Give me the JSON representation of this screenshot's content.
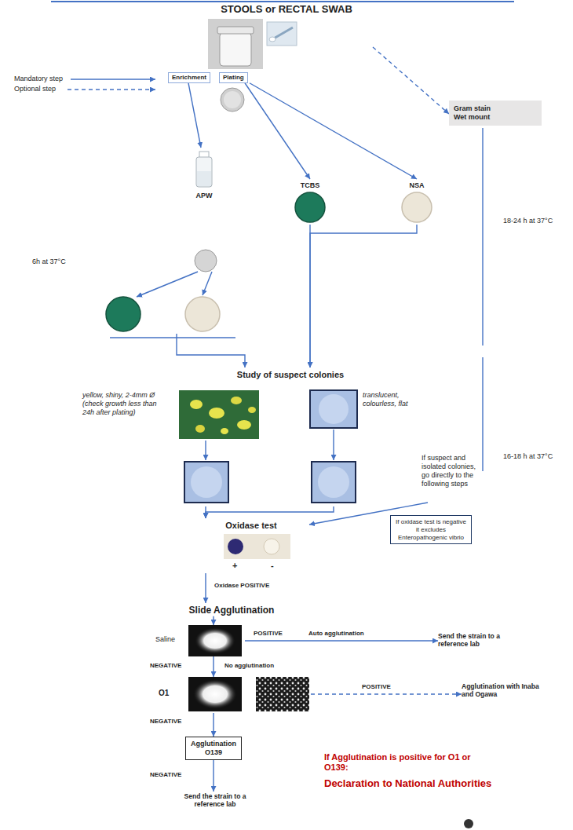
{
  "diagram": {
    "nodes": [
      {
        "text": [
          "STOOLS or RECTAL SWAB"
        ]
      },
      {
        "text": [
          "Enrichment"
        ]
      },
      {
        "text": [
          "Plating"
        ]
      },
      {
        "text": [
          "Gram stain Wet mount"
        ]
      },
      {
        "text": [
          "APW"
        ]
      },
      {
        "text": [
          "TCBS"
        ]
      },
      {
        "text": [
          "NSA"
        ]
      },
      {
        "text": [
          "Study of suspect colonies"
        ]
      },
      {
        "text": [
          "yellow, shiny, 2-4mm Ø (check growth less than 24h after plating)"
        ]
      },
      {
        "text": [
          "translucent, colourless, flat"
        ]
      },
      {
        "text": [
          "Oxidase test",
          "+",
          "-"
        ]
      },
      {
        "text": [
          "If oxidase test is negative it excludes Enteropathogenic vibrio"
        ]
      },
      {
        "text": [
          "Slide Agglutination"
        ]
      },
      {
        "text": [
          "Saline"
        ]
      },
      {
        "text": [
          "Send the strain to a reference lab"
        ]
      },
      {
        "text": [
          "O1"
        ]
      },
      {
        "text": [
          "Agglutination with Inaba and Ogawa"
        ]
      },
      {
        "text": [
          "Agglutination O139"
        ]
      },
      {
        "text": [
          "Send the strain to a reference lab"
        ]
      }
    ],
    "edges": [
      {
        "from": 0,
        "to": 3,
        "arrow": "to"
      },
      {
        "from": 1,
        "to": 4,
        "arrow": "to"
      },
      {
        "from": 2,
        "to": 5,
        "arrow": "to"
      },
      {
        "from": 2,
        "to": 6,
        "arrow": "to"
      },
      {
        "from": 4,
        "to": 7,
        "arrow": "to"
      },
      {
        "from": 5,
        "to": 7,
        "arrow": "to"
      },
      {
        "from": 6,
        "to": 7,
        "arrow": "to"
      },
      {
        "from": 8,
        "to": 10,
        "arrow": "to"
      },
      {
        "from": 9,
        "to": 10,
        "arrow": "to"
      },
      {
        "from": 10,
        "to": 12,
        "label": "Oxidase POSITIVE",
        "arrow": "to"
      },
      {
        "from": 12,
        "to": 13,
        "arrow": "to"
      },
      {
        "from": 13,
        "to": 14,
        "label": "POSITIVE",
        "arrow": "to"
      },
      {
        "from": 13,
        "to": 15,
        "label": "NEGATIVE",
        "arrow": "to"
      },
      {
        "from": 15,
        "to": 16,
        "label": "POSITIVE",
        "arrow": "to"
      },
      {
        "from": 15,
        "to": 17,
        "label": "NEGATIVE",
        "arrow": "to"
      },
      {
        "from": 17,
        "to": 18,
        "label": "NEGATIVE",
        "arrow": "to"
      }
    ],
    "labels": [
      "6h at 37°C",
      "18-24 h at 37°C",
      "16-18 h at 37°C",
      "If suspect and isolated colonies, go directly to the following steps",
      "Auto agglutination",
      "No agglutination",
      "If Agglutination is positive for O1 or O139:",
      "Declaration to National Authorities"
    ],
    "legend": [
      {
        "text": "Mandatory step"
      },
      {
        "text": "Optional step"
      }
    ]
  }
}
